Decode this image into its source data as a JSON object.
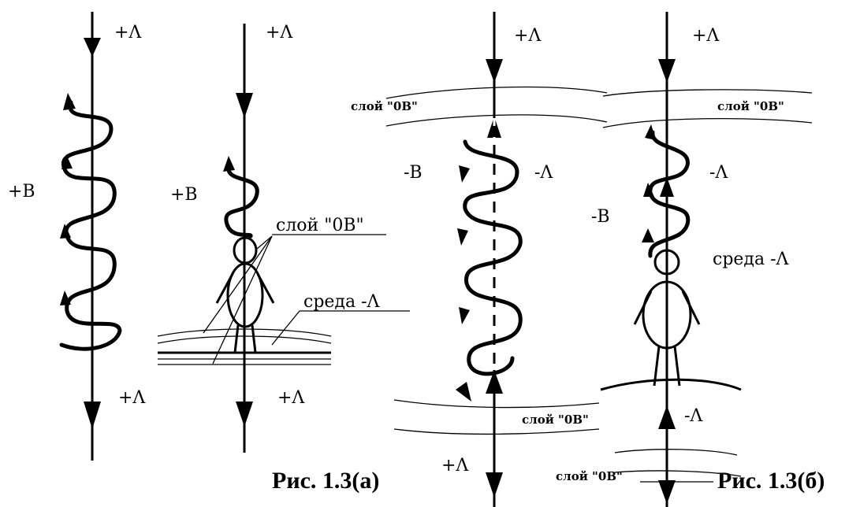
{
  "labels": {
    "plus_lambda": "+Λ",
    "minus_lambda": "-Λ",
    "plus_b": "+B",
    "minus_b": "-B",
    "layer_0b": "слой \"0B\"",
    "medium_minus_lambda": "среда -Λ"
  },
  "captions": {
    "fig_a": "Рис. 1.3(а)",
    "fig_b": "Рис. 1.3(б)"
  }
}
